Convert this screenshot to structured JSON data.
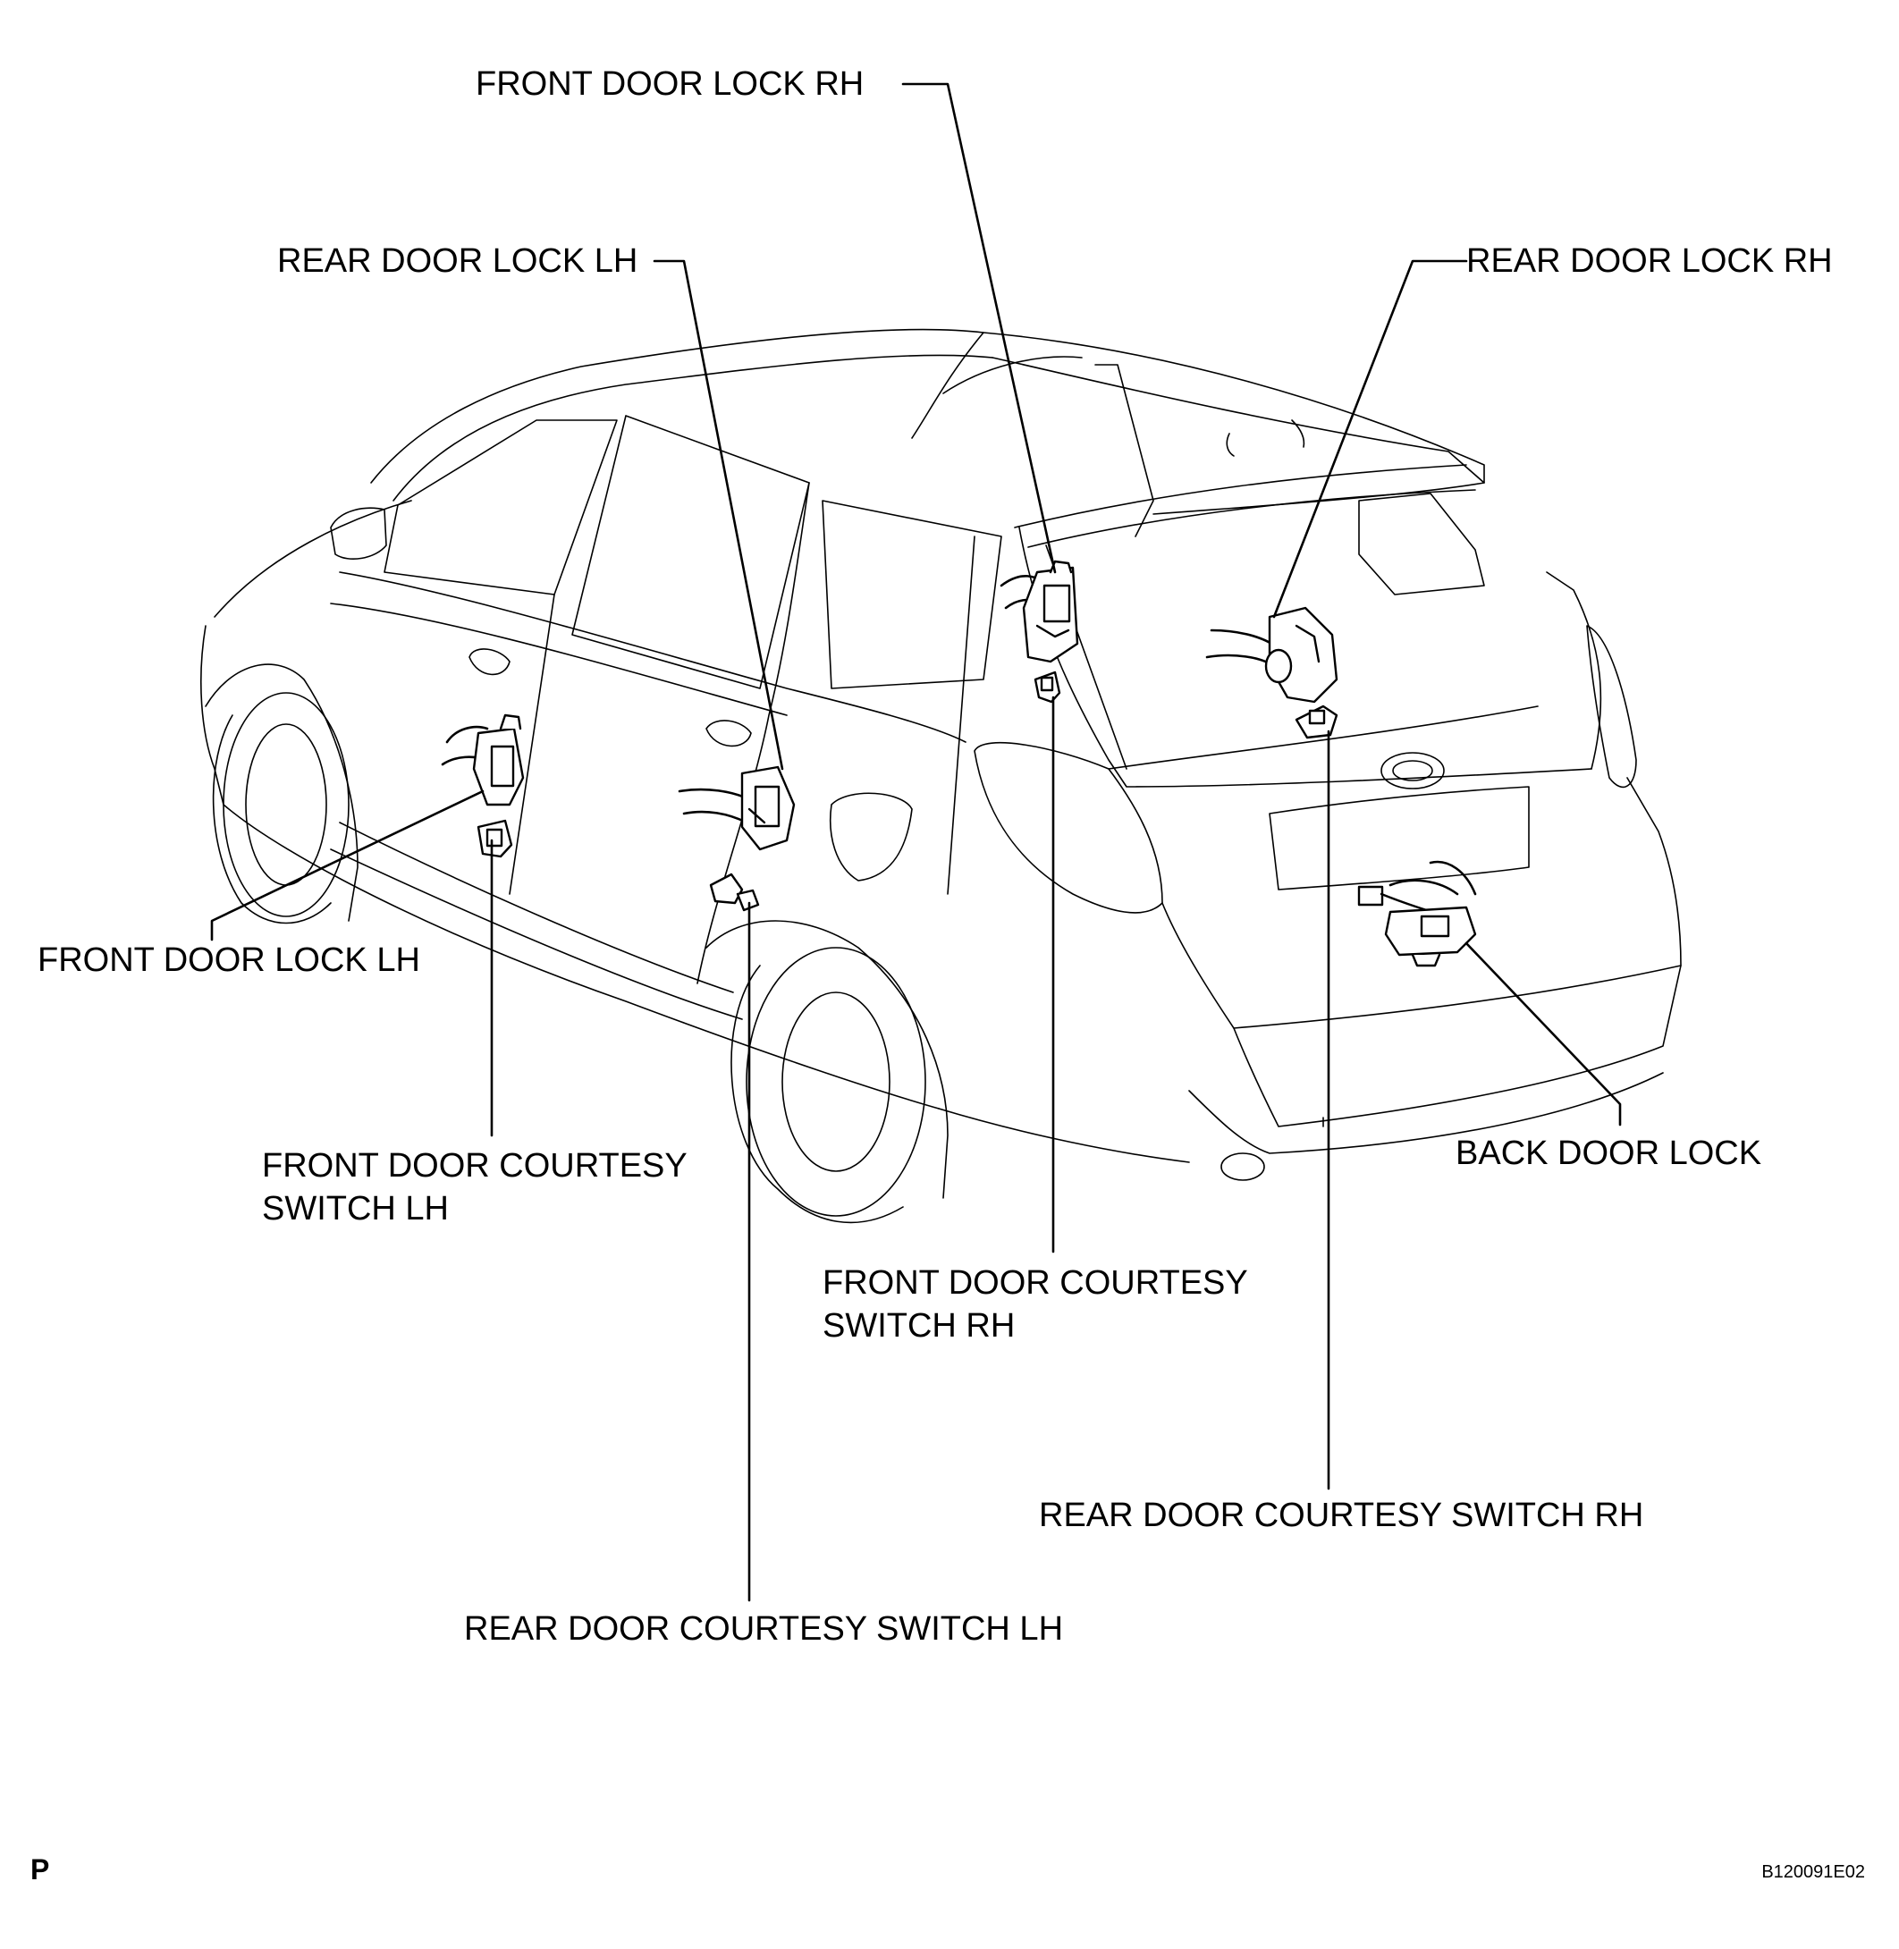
{
  "labels": {
    "front_door_lock_rh": "FRONT DOOR LOCK RH",
    "rear_door_lock_lh": "REAR DOOR LOCK LH",
    "rear_door_lock_rh": "REAR DOOR LOCK RH",
    "front_door_lock_lh": "FRONT DOOR LOCK LH",
    "front_door_courtesy_switch_lh": [
      "FRONT DOOR COURTESY",
      "SWITCH LH"
    ],
    "back_door_lock": "BACK DOOR LOCK",
    "front_door_courtesy_switch_rh": [
      "FRONT DOOR COURTESY",
      "SWITCH RH"
    ],
    "rear_door_courtesy_switch_rh": "REAR DOOR COURTESY SWITCH RH",
    "rear_door_courtesy_switch_lh": "REAR DOOR COURTESY SWITCH LH"
  },
  "corner": {
    "left": "P",
    "right": "B120091E02"
  }
}
